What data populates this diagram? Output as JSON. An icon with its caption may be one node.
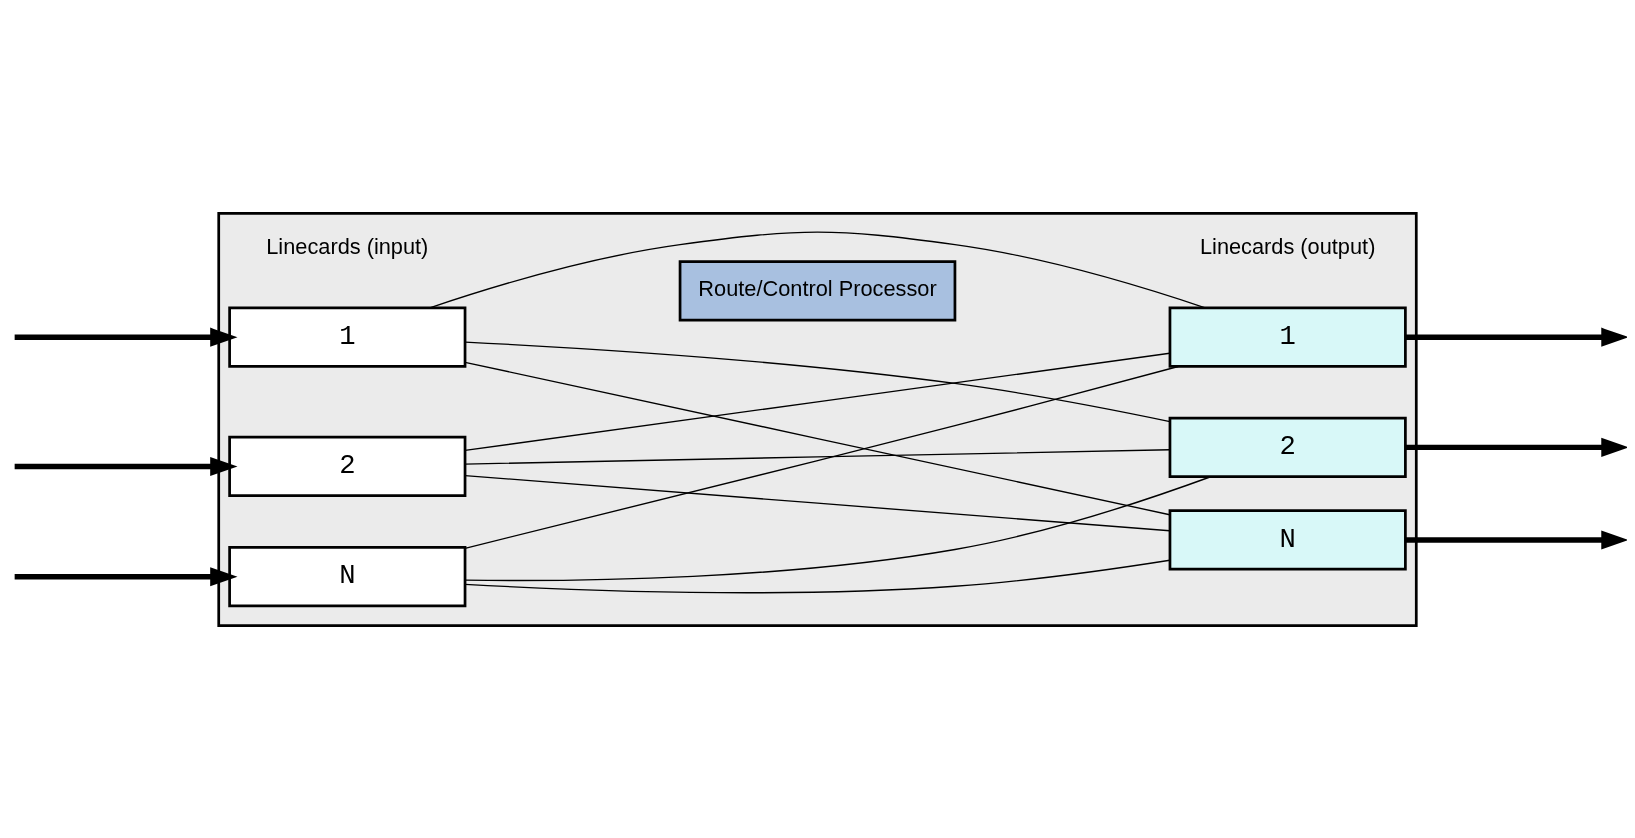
{
  "diagram": {
    "nodes": [
      {
        "text": [],
        "shape": "box"
      },
      {
        "text": [
          "Route/Control Processor"
        ],
        "in": 0
      },
      {
        "text": [
          "1"
        ],
        "in": 0
      },
      {
        "text": [
          "2"
        ],
        "in": 0
      },
      {
        "text": [
          "N"
        ],
        "in": 0
      },
      {
        "text": [
          "1"
        ],
        "in": 0
      },
      {
        "text": [
          "2"
        ],
        "in": 0
      },
      {
        "text": [
          "N"
        ],
        "in": 0
      }
    ],
    "edges": [
      {
        "from": null,
        "to": 2,
        "arrow": "to",
        "style": "thick"
      },
      {
        "from": null,
        "to": 3,
        "arrow": "to",
        "style": "thick"
      },
      {
        "from": null,
        "to": 4,
        "arrow": "to",
        "style": "thick"
      },
      {
        "from": 2,
        "to": 5,
        "arrow": "none"
      },
      {
        "from": 2,
        "to": 6,
        "arrow": "none"
      },
      {
        "from": 2,
        "to": 7,
        "arrow": "none"
      },
      {
        "from": 3,
        "to": 5,
        "arrow": "none"
      },
      {
        "from": 3,
        "to": 6,
        "arrow": "none"
      },
      {
        "from": 3,
        "to": 7,
        "arrow": "none"
      },
      {
        "from": 4,
        "to": 5,
        "arrow": "none"
      },
      {
        "from": 4,
        "to": 6,
        "arrow": "none"
      },
      {
        "from": 4,
        "to": 7,
        "arrow": "none"
      },
      {
        "from": 5,
        "to": null,
        "arrow": "to",
        "style": "thick"
      },
      {
        "from": 6,
        "to": null,
        "arrow": "to",
        "style": "thick"
      },
      {
        "from": 7,
        "to": null,
        "arrow": "to",
        "style": "thick"
      }
    ],
    "labels": [
      "Linecards (input)",
      "Linecards (output)"
    ]
  }
}
